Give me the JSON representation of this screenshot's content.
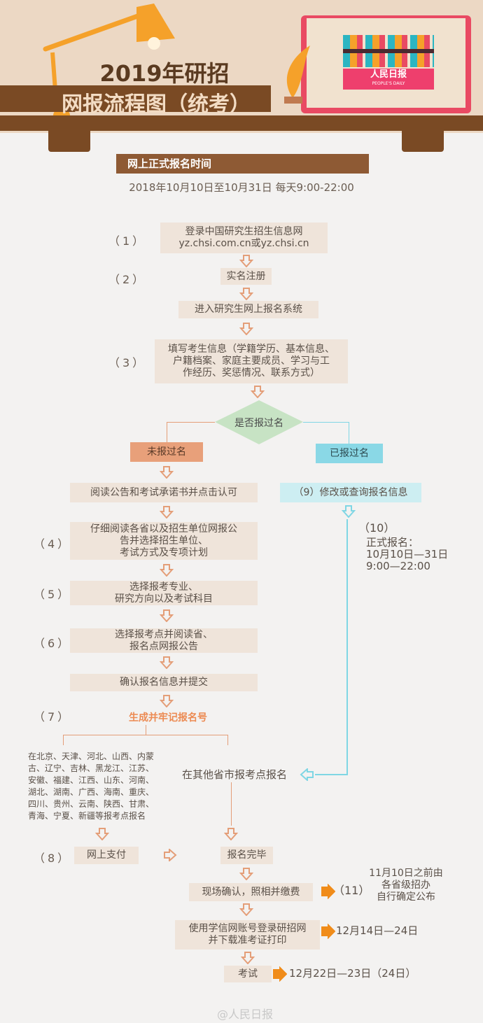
{
  "header": {
    "title_line1": "2019年研招",
    "title_line2": "网报流程图（统考）",
    "logo_text": "人民日报",
    "logo_sub": "PEOPLE'S DAILY"
  },
  "period": {
    "heading": "网上正式报名时间",
    "text": "2018年10月10日至10月31日 每天9:00-22:00"
  },
  "steps": {
    "n1": "（1）",
    "s1a": "登录中国研究生招生信息网",
    "s1b": "yz.chsi.com.cn或yz.chsi.cn",
    "n2": "（2）",
    "s2": "实名注册",
    "s2b": "进入研究生网上报名系统",
    "n3": "（3）",
    "s3a": "填写考生信息（学籍学历、基本信息、",
    "s3b": "户籍档案、家庭主要成员、学习与工",
    "s3c": "作经历、奖惩情况、联系方式）",
    "decision": "是否报过名",
    "no": "未报过名",
    "yes": "已报过名",
    "read": "阅读公告和考试承诺书并点击认可",
    "s9": "（9）修改或查询报名信息",
    "n10": "（10）",
    "s10a": "正式报名：",
    "s10b": "10月10日—31日",
    "s10c": "9:00—22:00",
    "n4": "（4）",
    "s4a": "仔细阅读各省以及招生单位网报公",
    "s4b": "告并选择招生单位、",
    "s4c": "考试方式及专项计划",
    "n5": "（5）",
    "s5a": "选择报考专业、",
    "s5b": "研究方向以及考试科目",
    "n6": "（6）",
    "s6a": "选择报考点并阅读省、",
    "s6b": "报名点网报公告",
    "confirm": "确认报名信息并提交",
    "n7": "（7）",
    "s7": "生成并牢记报名号",
    "provinces": "在北京、天津、河北、山西、内蒙古、辽宁、吉林、黑龙江、江苏、安徽、福建、江西、山东、河南、湖北、湖南、广西、海南、重庆、四川、贵州、云南、陕西、甘肃、青海、宁夏、新疆等报考点报名",
    "other": "在其他省市报考点报名",
    "n8": "（8）",
    "pay": "网上支付",
    "done": "报名完毕",
    "onsite": "现场确认，照相并缴费",
    "n11": "（11）",
    "s11a": "11月10日之前由",
    "s11b": "各省级招办",
    "s11c": "自行确定公布",
    "ticket_a": "使用学信网账号登录研招网",
    "ticket_b": "并下载准考证打印",
    "ticket_date": "12月14日—24日",
    "exam": "考试",
    "exam_date": "12月22日—23日（24日）"
  },
  "watermark": "@人民日报"
}
